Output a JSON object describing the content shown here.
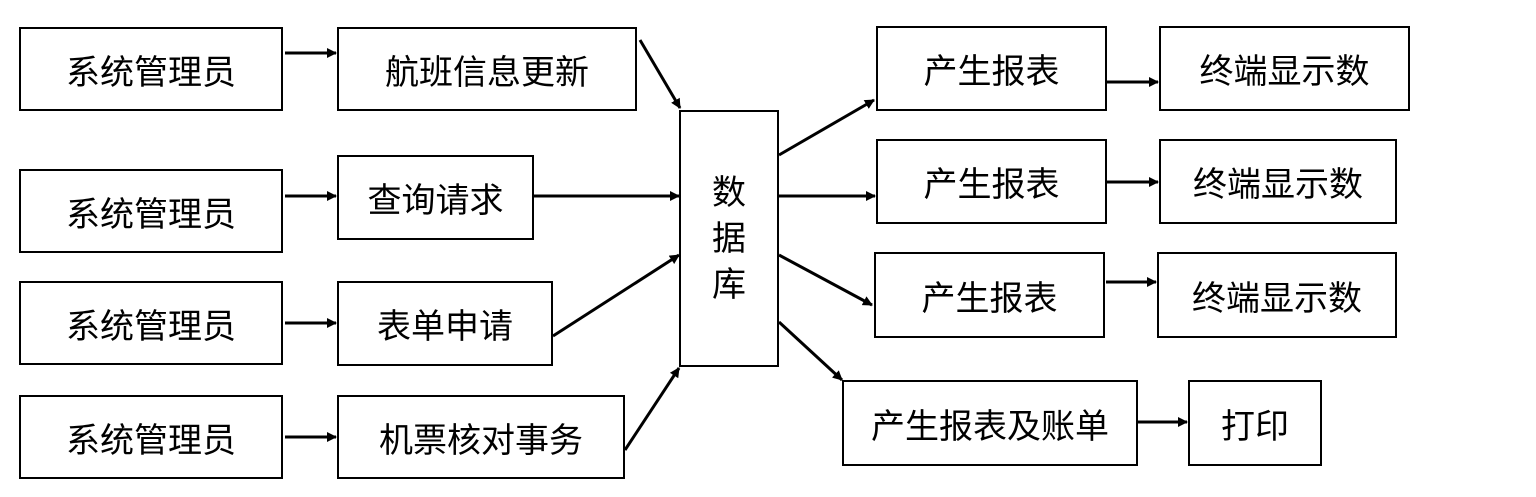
{
  "diagram": {
    "admin": [
      "系统管理员",
      "系统管理员",
      "系统管理员",
      "系统管理员"
    ],
    "actions": [
      "航班信息更新",
      "查询请求",
      "表单申请",
      "机票核对事务"
    ],
    "database": [
      "数",
      "据",
      "库"
    ],
    "reports": [
      "产生报表",
      "产生报表",
      "产生报表",
      "产生报表及账单"
    ],
    "outputs": [
      "终端显示数",
      "终端显示数",
      "终端显示数",
      "打印"
    ]
  }
}
